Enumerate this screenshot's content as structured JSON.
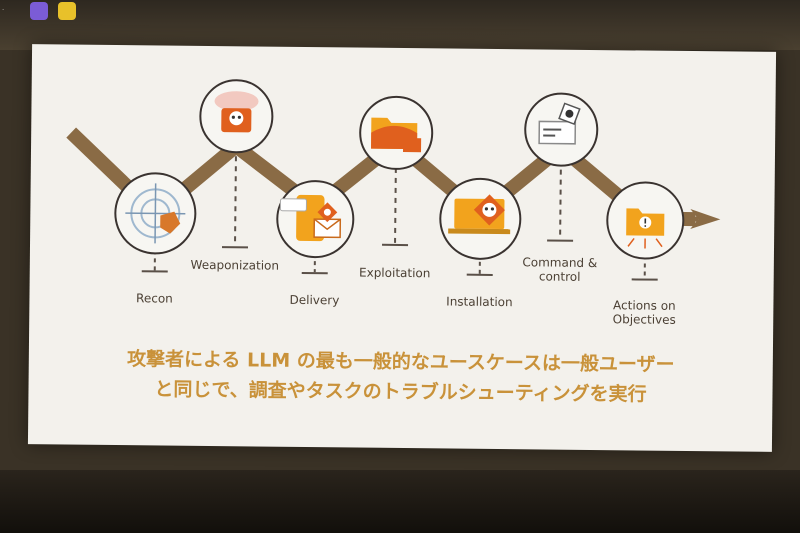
{
  "slide": {
    "stages": [
      {
        "label": "Recon"
      },
      {
        "label": "Weaponization"
      },
      {
        "label": "Delivery"
      },
      {
        "label": "Exploitation"
      },
      {
        "label": "Installation"
      },
      {
        "label": "Command &"
      },
      {
        "label": "Actions on"
      }
    ],
    "stage_sub": {
      "command": "control",
      "actions": "Objectives"
    },
    "caption_line1": "攻撃者による LLM の最も一般的なユースケースは一般ユーザー",
    "caption_line2": "と同じで、調査やタスクのトラブルシューティングを実行"
  },
  "colors": {
    "accent": "#e8a21c",
    "zigzag": "#8a6b45",
    "caption": "#c9923a"
  }
}
